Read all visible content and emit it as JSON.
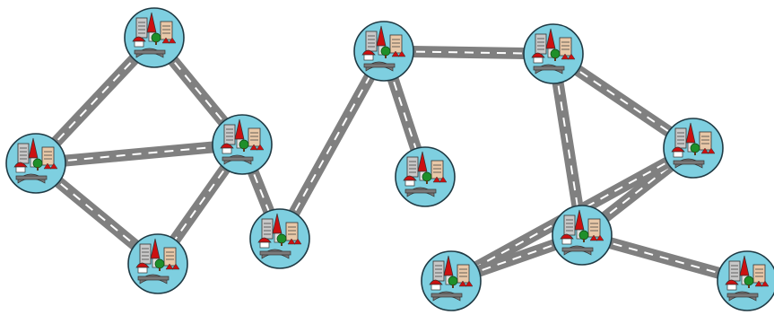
{
  "diagram": {
    "node_icon": "city-icon",
    "colors": {
      "node_fill": "#7ecfe0",
      "node_stroke": "#1f3a44",
      "road": "#808080",
      "road_dash": "#ffffff",
      "roof_red": "#cc1111",
      "tree_green": "#1f8f2a",
      "building_gray": "#c8c8c8",
      "building_tan": "#e8c8a8",
      "bridge_gray": "#7a7a7a"
    },
    "nodes": [
      {
        "id": "n1"
      },
      {
        "id": "n2"
      },
      {
        "id": "n3"
      },
      {
        "id": "n4"
      },
      {
        "id": "n5"
      },
      {
        "id": "n6"
      },
      {
        "id": "n7"
      },
      {
        "id": "n8"
      },
      {
        "id": "n9"
      },
      {
        "id": "n10"
      },
      {
        "id": "n11"
      },
      {
        "id": "n12"
      }
    ],
    "edges": [
      [
        "n1",
        "n2"
      ],
      [
        "n1",
        "n3"
      ],
      [
        "n2",
        "n3"
      ],
      [
        "n3",
        "n4"
      ],
      [
        "n1",
        "n4"
      ],
      [
        "n3",
        "n5"
      ],
      [
        "n5",
        "n6"
      ],
      [
        "n6",
        "n7"
      ],
      [
        "n6",
        "n8"
      ],
      [
        "n8",
        "n9"
      ],
      [
        "n8",
        "n10"
      ],
      [
        "n9",
        "n10"
      ],
      [
        "n9",
        "n11"
      ],
      [
        "n10",
        "n11"
      ],
      [
        "n10",
        "n12"
      ]
    ]
  }
}
